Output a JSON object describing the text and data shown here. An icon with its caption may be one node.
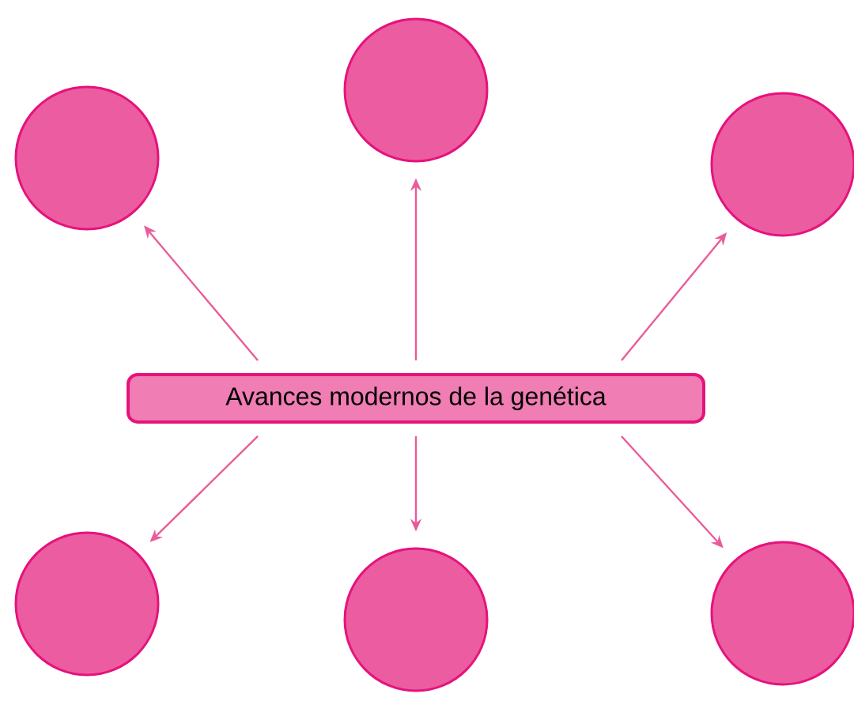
{
  "diagram": {
    "nodes": [
      {
        "text": [
          "Avances modernos de la genética"
        ]
      },
      {
        "text": [],
        "shape": "circle"
      },
      {
        "text": [],
        "shape": "circle"
      },
      {
        "text": [],
        "shape": "circle"
      },
      {
        "text": [],
        "shape": "circle"
      },
      {
        "text": [],
        "shape": "circle"
      },
      {
        "text": [],
        "shape": "circle"
      }
    ],
    "edges": [
      {
        "from": 0,
        "to": 1,
        "arrow": "to"
      },
      {
        "from": 0,
        "to": 2,
        "arrow": "to"
      },
      {
        "from": 0,
        "to": 3,
        "arrow": "to"
      },
      {
        "from": 0,
        "to": 4,
        "arrow": "to"
      },
      {
        "from": 0,
        "to": 5,
        "arrow": "to"
      },
      {
        "from": 0,
        "to": 6,
        "arrow": "to"
      }
    ]
  }
}
